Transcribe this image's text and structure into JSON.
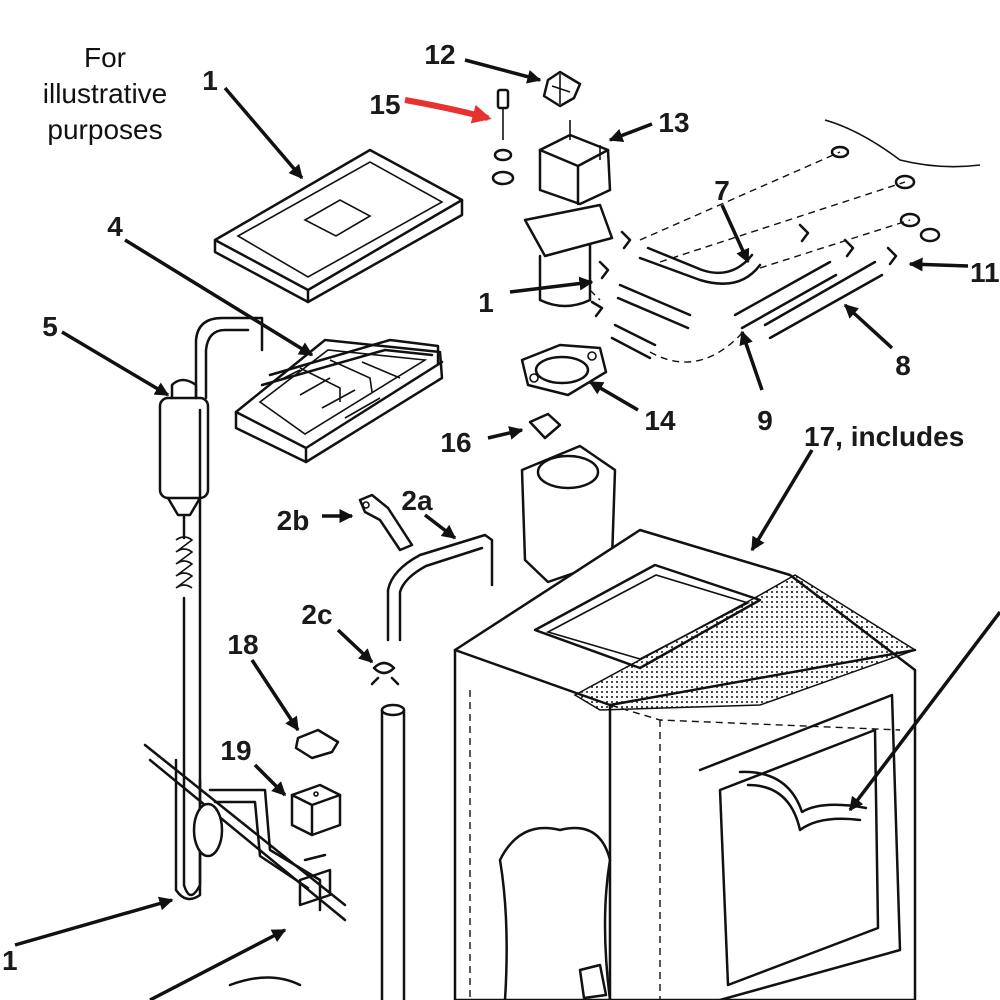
{
  "note": [
    "For",
    "illustrative",
    "purposes"
  ],
  "callouts": {
    "c12": "12",
    "c15": "15",
    "c13": "13",
    "c1a": "1",
    "c1b": "1",
    "c1c": "1",
    "c7": "7",
    "c11": "11",
    "c4": "4",
    "c5": "5",
    "c14": "14",
    "c8": "8",
    "c9": "9",
    "c16": "16",
    "c17": "17, includes",
    "c2b": "2b",
    "c2a": "2a",
    "c2c": "2c",
    "c18": "18",
    "c19": "19"
  },
  "colors": {
    "ink": "#111111",
    "highlight": "#e8322f",
    "background": "#ffffff"
  }
}
